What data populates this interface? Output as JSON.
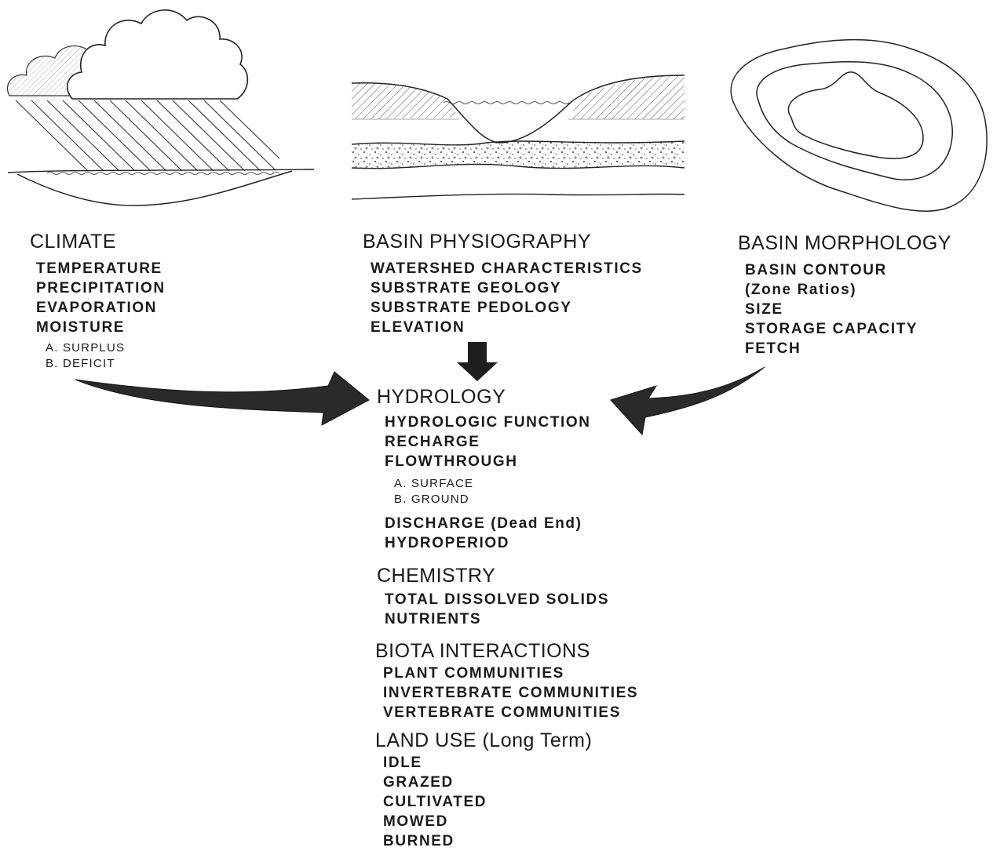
{
  "climate": {
    "heading": "CLIMATE",
    "items": [
      "TEMPERATURE",
      "PRECIPITATION",
      "EVAPORATION",
      "MOISTURE"
    ],
    "subitems": [
      "A. SURPLUS",
      "B. DEFICIT"
    ]
  },
  "physiography": {
    "heading": "BASIN PHYSIOGRAPHY",
    "items": [
      "WATERSHED CHARACTERISTICS",
      "SUBSTRATE GEOLOGY",
      "SUBSTRATE PEDOLOGY",
      "ELEVATION"
    ]
  },
  "morphology": {
    "heading": "BASIN MORPHOLOGY",
    "items": [
      "BASIN CONTOUR",
      "(Zone Ratios)",
      "SIZE",
      "STORAGE CAPACITY",
      "FETCH"
    ]
  },
  "hydrology": {
    "heading": "HYDROLOGY",
    "items": [
      "HYDROLOGIC FUNCTION",
      "RECHARGE",
      "FLOWTHROUGH"
    ],
    "subitems": [
      "A. SURFACE",
      "B. GROUND"
    ],
    "discharge": "DISCHARGE (Dead End)",
    "hydroperiod": "HYDROPERIOD"
  },
  "chemistry": {
    "heading": "CHEMISTRY",
    "items": [
      "TOTAL DISSOLVED SOLIDS",
      "NUTRIENTS"
    ]
  },
  "biota": {
    "heading": "BIOTA INTERACTIONS",
    "items": [
      "PLANT COMMUNITIES",
      "INVERTEBRATE COMMUNITIES",
      "VERTEBRATE COMMUNITIES"
    ]
  },
  "land_use": {
    "heading": "LAND USE (Long Term)",
    "items": [
      "IDLE",
      "GRAZED",
      "CULTIVATED",
      "MOWED",
      "BURNED"
    ]
  }
}
